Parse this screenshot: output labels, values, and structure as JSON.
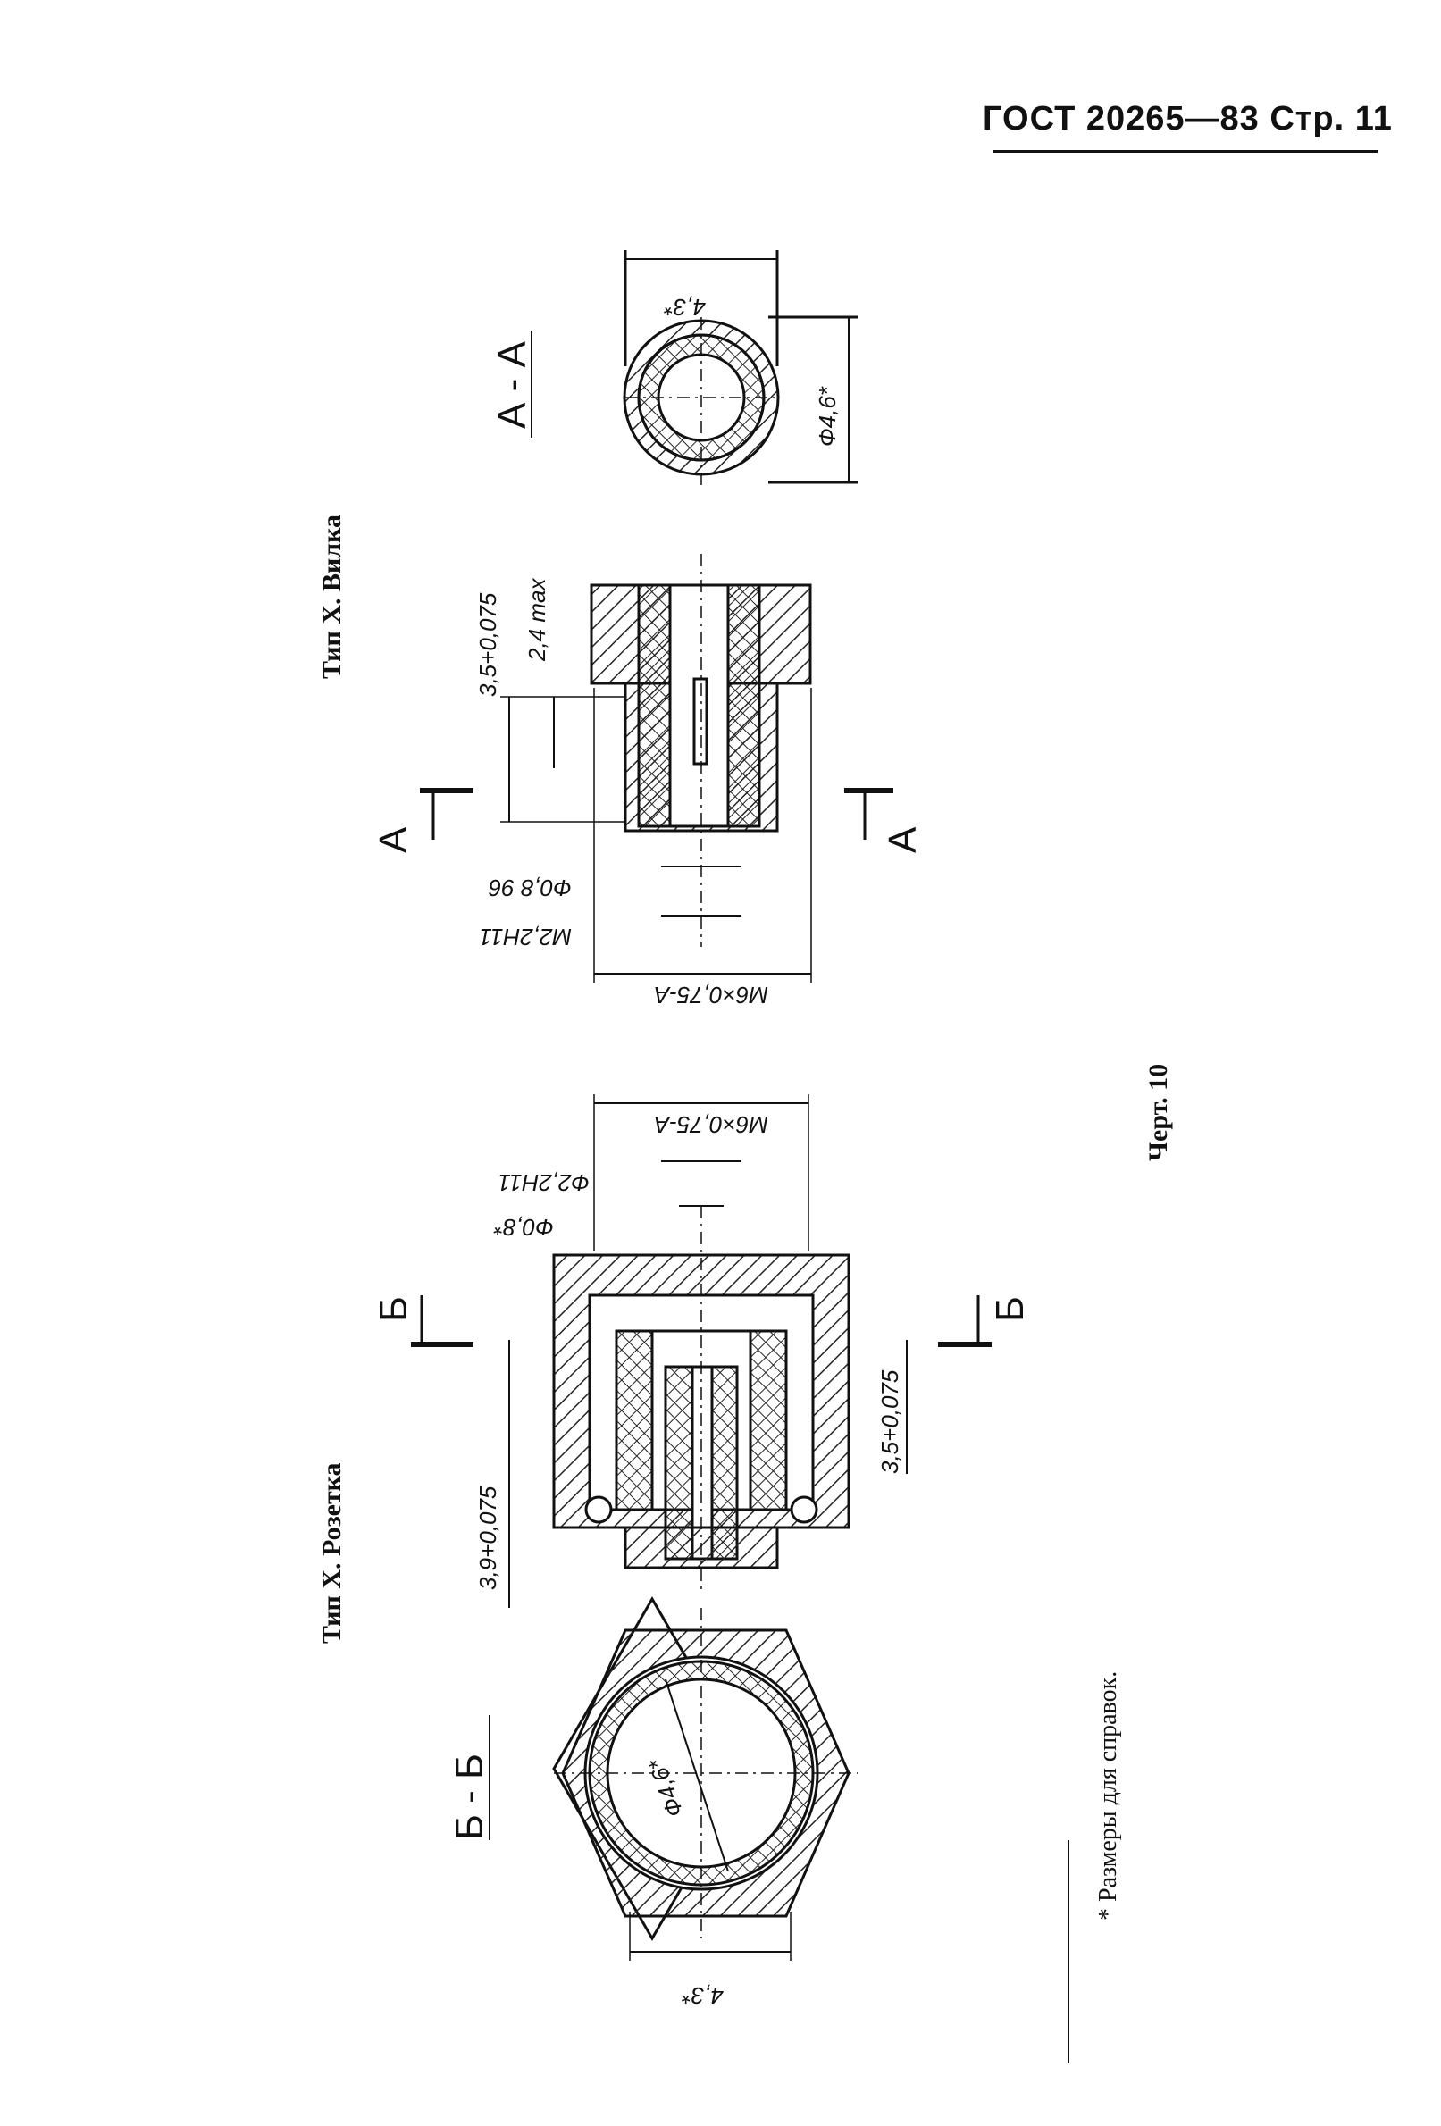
{
  "header": {
    "text": "ГОСТ 20265—83 Стр. 11"
  },
  "figure": {
    "plug_title": "Тип X. Вилка",
    "socket_title": "Тип X. Розетка",
    "chart_label": "Черт. 10",
    "section_labels": {
      "aa": "А - А",
      "bb": "Б - Б",
      "a_left": "А",
      "a_right": "А",
      "b_left": "Б",
      "b_right": "Б"
    },
    "plug_dims": {
      "hex_width": "4,3*",
      "diam_outer": "Ф4,6*",
      "depth": "3,5+0,075",
      "pin_len": "2,4 max",
      "pin_diam": "Ф0,8 96",
      "thread_inner": "M2,2H11",
      "thread_outer": "M6×0,75-А"
    },
    "socket_dims": {
      "thread_outer": "M6×0,75-А",
      "bore": "Ф2,2H11",
      "pin_diam": "Ф0,8*",
      "depth_outer": "3,9+0,075",
      "depth_inner": "3,5+0,075",
      "hex_width": "4,3*",
      "diam_inner": "Ф4,6*"
    }
  },
  "footnote": "* Размеры для справок."
}
